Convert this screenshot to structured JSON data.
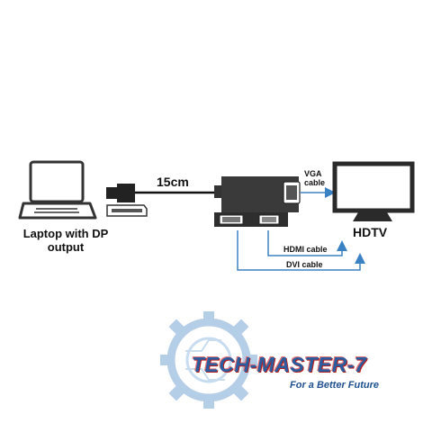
{
  "labels": {
    "laptop": "Laptop with DP output",
    "cable_length": "15cm",
    "vga": "VGA cable",
    "hdtv": "HDTV",
    "hdmi": "HDMI cable",
    "dvi": "DVI cable"
  },
  "watermark": {
    "title": "TECH-MASTER-7",
    "tagline": "For a Better Future"
  },
  "colors": {
    "line": "#111111",
    "arrow": "#3b82c4",
    "device": "#3a3a3a",
    "brand_blue": "#2a5d9f",
    "brand_red": "#b71c1c"
  },
  "icons": [
    "laptop-icon",
    "displayport-plug-icon",
    "adapter-hub-icon",
    "hdtv-icon",
    "gear-icon"
  ]
}
